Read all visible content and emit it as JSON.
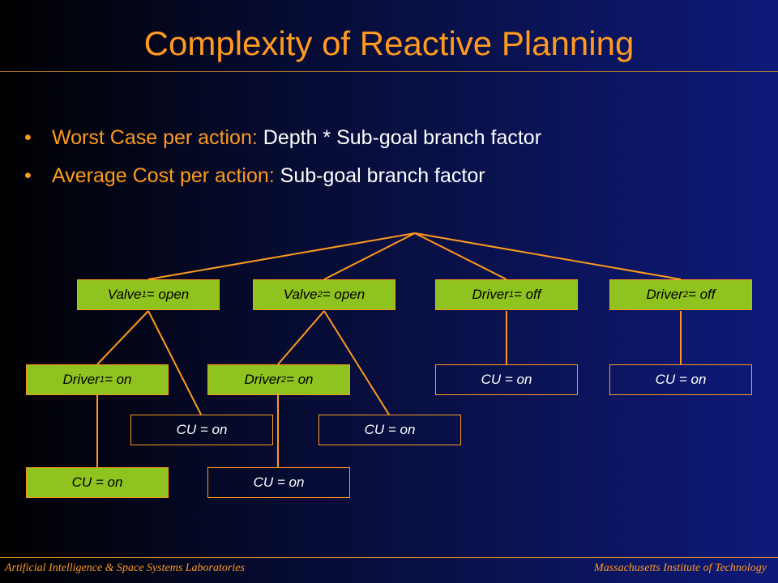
{
  "title": "Complexity of Reactive Planning",
  "bullets": [
    {
      "label": "Worst Case per action:",
      "value": "Depth * Sub-goal branch factor"
    },
    {
      "label": "Average Cost per action:",
      "value": "Sub-goal branch factor"
    }
  ],
  "tree": {
    "nodes": {
      "valve1": {
        "pre": "Valve",
        "sub": "1",
        "post": " = open"
      },
      "valve2": {
        "pre": "Valve",
        "sub": "2",
        "post": " = open"
      },
      "driver1off": {
        "pre": "Driver",
        "sub": "1",
        "post": " = off"
      },
      "driver2off": {
        "pre": "Driver",
        "sub": "2",
        "post": " = off"
      },
      "driver1on": {
        "pre": "Driver",
        "sub": "1",
        "post": " = on"
      },
      "driver2on": {
        "pre": "Driver",
        "sub": "2",
        "post": " = on"
      },
      "cu_a": "CU = on",
      "cu_b": "CU = on",
      "cu_c": "CU = on",
      "cu_d": "CU = on",
      "cu_e": "CU = on",
      "cu_f": "CU = on"
    }
  },
  "footer": {
    "left": "Artificial Intelligence & Space Systems Laboratories",
    "right": "Massachusetts Institute of Technology"
  },
  "colors": {
    "accent": "#ff9a1f",
    "node_fill": "#8fc31f",
    "background": "#0a1250"
  }
}
